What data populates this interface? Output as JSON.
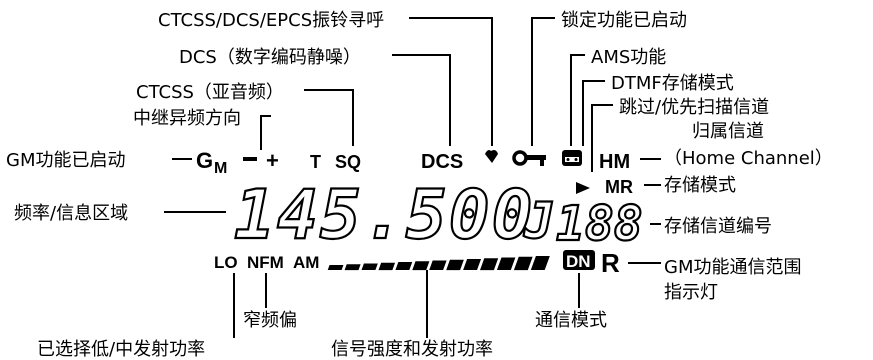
{
  "diagram": {
    "labels": {
      "ctcss_dcs_epcs": "CTCSS/DCS/EPCS振铃寻呼",
      "lock": "锁定功能已启动",
      "dcs": "DCS（数字编码静噪）",
      "ams": "AMS功能",
      "ctcss": "CTCSS（亚音频）",
      "dtmf": "DTMF存储模式",
      "skip": "跳过/优先扫描信道",
      "repeater": "中继异频方向",
      "home_1": "归属信道",
      "home_2": "（Home Channel）",
      "gm_on": "GM功能已启动",
      "mem_mode": "存储模式",
      "freq_area": "频率/信息区域",
      "mem_num": "存储信道编号",
      "gm_range_1": "GM功能通信范围",
      "gm_range_2": "指示灯",
      "narrow": "窄频偏",
      "comm_mode": "通信模式",
      "power_sel": "已选择低/中发射功率",
      "signal": "信号强度和发射功率"
    },
    "display": {
      "gm": "G",
      "gm_sub": "M",
      "minus": "−",
      "plus": "+",
      "t": "T",
      "sq": "SQ",
      "dcs": "DCS",
      "key": "O",
      "hm": "HM",
      "mr": "MR",
      "frequency": "145.500",
      "channel_prefix": "J",
      "channel": "188",
      "lo": "LO",
      "nfm": "NFM",
      "am": "AM",
      "dn": "DN",
      "r": "R",
      "skip_arrow": "▶",
      "arrow": "▶",
      "signal_segments": 13
    }
  }
}
